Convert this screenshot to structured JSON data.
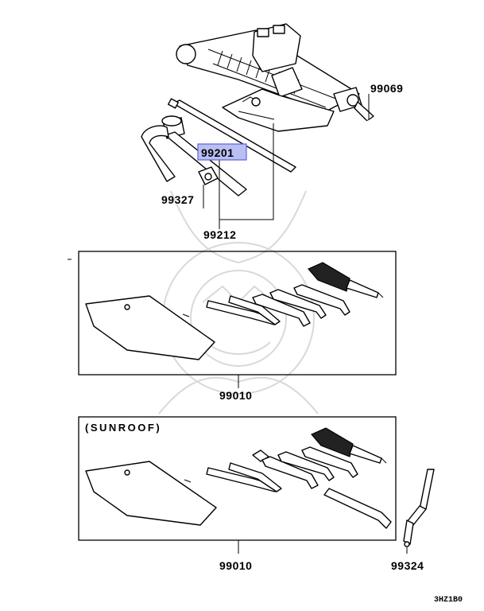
{
  "colors": {
    "highlight_fill": "#b9bff2",
    "highlight_stroke": "#5a64d8",
    "line": "#000000",
    "watermark": "#d9d9d9"
  },
  "callouts": {
    "jack": "99069",
    "handle": "99201",
    "wrench": "99327",
    "set": "99212",
    "tool_set": "99010",
    "tool_set_sunroof": "99010",
    "crank": "99324"
  },
  "sunroof_caption": "(SUNROOF)",
  "diagram_code": "3HZ1B0"
}
